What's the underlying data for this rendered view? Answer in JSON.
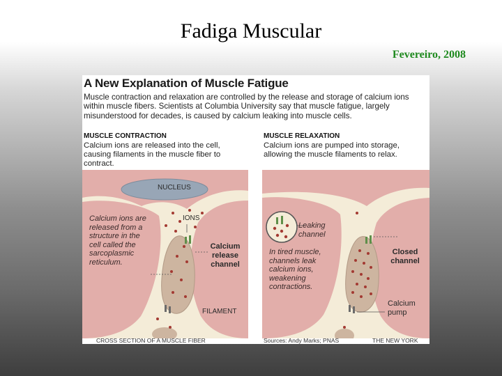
{
  "slide": {
    "title": "Fadiga Muscular",
    "subtitle": "Fevereiro, 2008"
  },
  "figure": {
    "title": "A New Explanation of Muscle Fatigue",
    "intro": "Muscle contraction and relaxation are controlled by the release and storage of calcium ions within muscle fibers. Scientists at Columbia University say that muscle fatigue, largely misunderstood for decades, is caused by calcium leaking into muscle cells.",
    "contraction": {
      "heading": "MUSCLE CONTRACTION",
      "description": "Calcium ions are released into the cell, causing filaments in the muscle fiber to contract.",
      "nucleus_label": "NUCLEUS",
      "ions_label": "IONS",
      "reticulum_label": "Calcium ions are released from a structure in the cell called the sarcoplasmic reticulum.",
      "channel_label": "Calcium release channel",
      "filament_label": "FILAMENT",
      "caption": "CROSS SECTION OF A MUSCLE FIBER"
    },
    "relaxation": {
      "heading": "MUSCLE RELAXATION",
      "description": "Calcium ions are pumped into storage, allowing the muscle filaments to relax.",
      "leaking_label": "Leaking channel",
      "tired_label": "In tired muscle, channels leak calcium ions, weakening contractions.",
      "closed_label": "Closed channel",
      "pump_label": "Calcium pump",
      "source": "Sources: Andy Marks; PNAS",
      "credit": "THE NEW YORK TIMES"
    }
  },
  "colors": {
    "subtitle": "#1f8a1f",
    "muscle_pink": "#e2aeaa",
    "nucleus": "#98a6b6",
    "filament": "#cdb5a0",
    "ion": "#a33a32",
    "channel_green": "#5f8f4a"
  }
}
